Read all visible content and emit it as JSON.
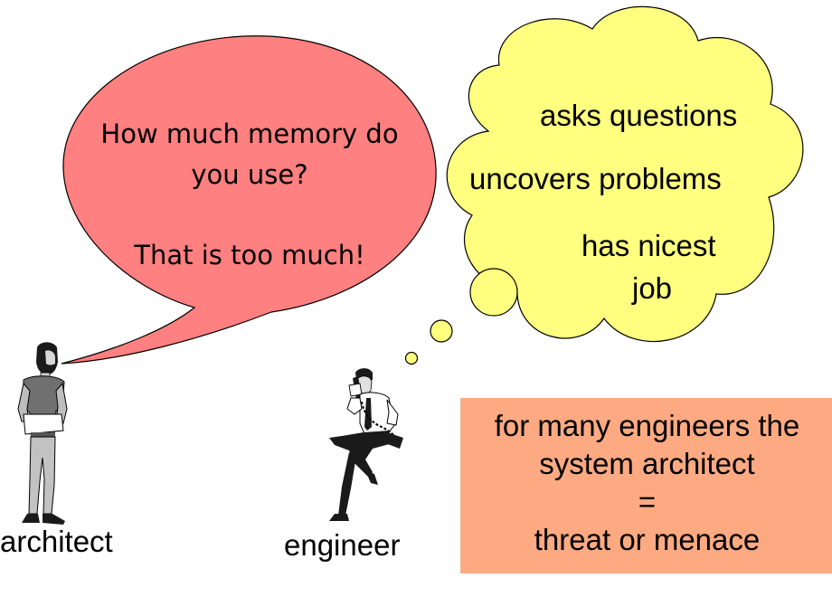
{
  "speech_bubble": {
    "line1": "How much memory do",
    "line2": "you use?",
    "line3": "That is too much!",
    "fill": "#ff8080"
  },
  "thought_cloud": {
    "line1": "asks questions",
    "line2": "uncovers problems",
    "line3": "has nicest",
    "line4": "job",
    "fill": "#ffff80"
  },
  "figures": {
    "architect_label": "architect",
    "engineer_label": "engineer"
  },
  "note_box": {
    "line1": "for many engineers the",
    "line2": "system architect",
    "line3": "=",
    "line4": "threat or menace",
    "fill": "#fdaa82"
  }
}
